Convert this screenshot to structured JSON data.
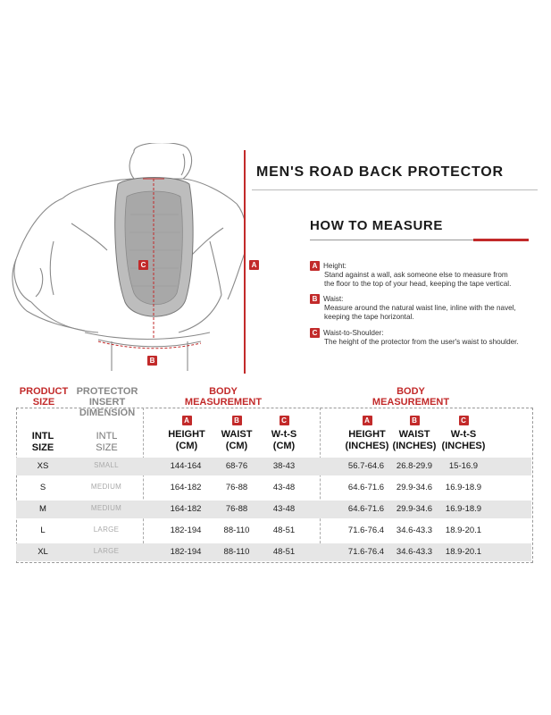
{
  "title": "MEN'S ROAD BACK PROTECTOR",
  "how_to": {
    "heading": "HOW TO MEASURE",
    "items": [
      {
        "letter": "A",
        "label": "Height:",
        "desc1": "Stand against a wall, ask someone else to measure from",
        "desc2": "the floor to the top of your head, keeping the tape vertical."
      },
      {
        "letter": "B",
        "label": "Waist:",
        "desc1": "Measure around the natural waist line, inline with the navel,",
        "desc2": "keeping the tape horizontal."
      },
      {
        "letter": "C",
        "label": "Waist-to-Shoulder:",
        "desc1": "The height of the protector from the user's waist to shoulder.",
        "desc2": ""
      }
    ]
  },
  "figure_labels": {
    "a": "A",
    "b": "B",
    "c": "C"
  },
  "table": {
    "group_headers": {
      "product_size": [
        "PRODUCT",
        "SIZE"
      ],
      "protector_insert": [
        "PROTECTOR",
        "INSERT",
        "DIMENSION"
      ],
      "body_cm": [
        "BODY",
        "MEASUREMENT"
      ],
      "body_in": [
        "BODY",
        "MEASUREMENT"
      ]
    },
    "columns": {
      "intl_size": [
        "INTL",
        "SIZE"
      ],
      "intl_size_prot": [
        "INTL",
        "SIZE"
      ],
      "cm": [
        {
          "letter": "A",
          "l1": "HEIGHT",
          "l2": "(CM)"
        },
        {
          "letter": "B",
          "l1": "WAIST",
          "l2": "(CM)"
        },
        {
          "letter": "C",
          "l1": "W-t-S",
          "l2": "(CM)"
        }
      ],
      "in": [
        {
          "letter": "A",
          "l1": "HEIGHT",
          "l2": "(INCHES)"
        },
        {
          "letter": "B",
          "l1": "WAIST",
          "l2": "(INCHES)"
        },
        {
          "letter": "C",
          "l1": "W-t-S",
          "l2": "(INCHES)"
        }
      ]
    },
    "rows": [
      {
        "size": "XS",
        "prot": "SMALL",
        "h_cm": "144-164",
        "w_cm": "68-76",
        "s_cm": "38-43",
        "h_in": "56.7-64.6",
        "w_in": "26.8-29.9",
        "s_in": "15-16.9",
        "shaded": true
      },
      {
        "size": "S",
        "prot": "MEDIUM",
        "h_cm": "164-182",
        "w_cm": "76-88",
        "s_cm": "43-48",
        "h_in": "64.6-71.6",
        "w_in": "29.9-34.6",
        "s_in": "16.9-18.9",
        "shaded": false
      },
      {
        "size": "M",
        "prot": "MEDIUM",
        "h_cm": "164-182",
        "w_cm": "76-88",
        "s_cm": "43-48",
        "h_in": "64.6-71.6",
        "w_in": "29.9-34.6",
        "s_in": "16.9-18.9",
        "shaded": true
      },
      {
        "size": "L",
        "prot": "LARGE",
        "h_cm": "182-194",
        "w_cm": "88-110",
        "s_cm": "48-51",
        "h_in": "71.6-76.4",
        "w_in": "34.6-43.3",
        "s_in": "18.9-20.1",
        "shaded": false
      },
      {
        "size": "XL",
        "prot": "LARGE",
        "h_cm": "182-194",
        "w_cm": "88-110",
        "s_cm": "48-51",
        "h_in": "71.6-76.4",
        "w_in": "34.6-43.3",
        "s_in": "18.9-20.1",
        "shaded": true
      }
    ]
  },
  "colors": {
    "accent": "#c22a2a",
    "shade": "#e6e6e6"
  }
}
